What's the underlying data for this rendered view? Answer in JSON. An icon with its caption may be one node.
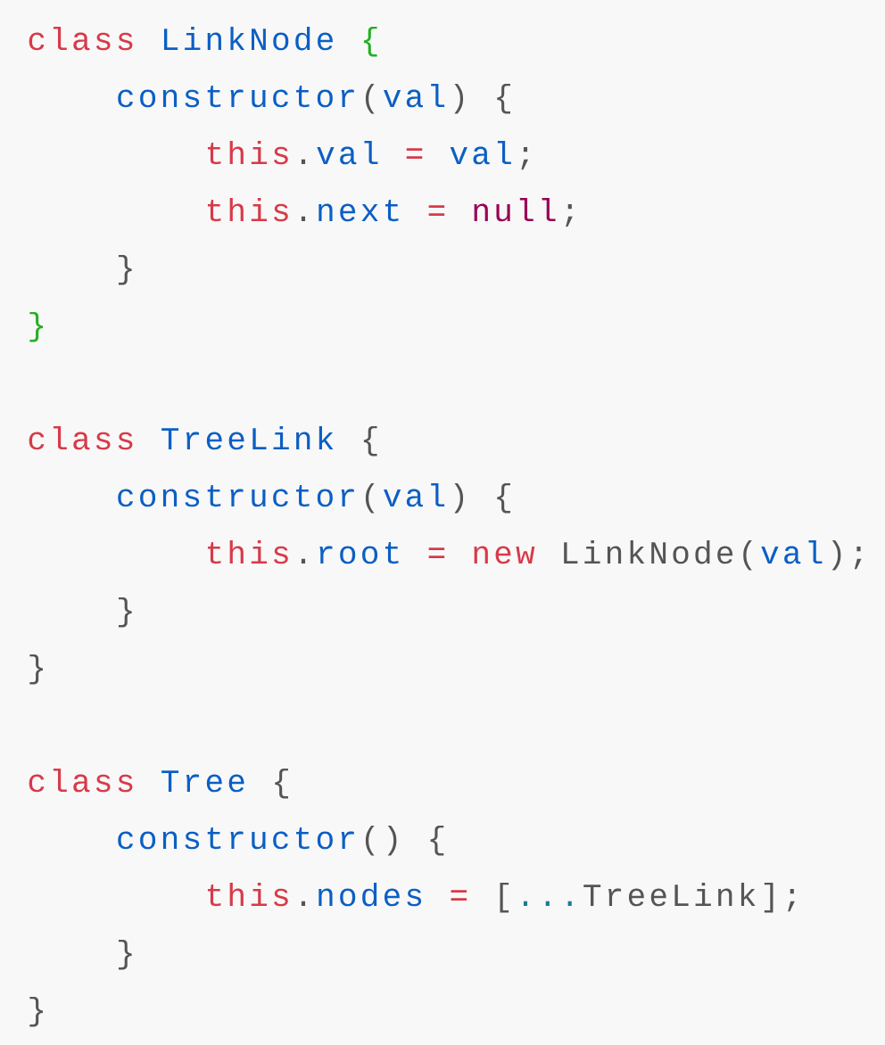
{
  "diagram": {
    "labels": [
      "class",
      "LinkNode",
      "{",
      "constructor",
      "(",
      "val",
      ")",
      "{",
      "this",
      ".",
      "val",
      "=",
      "val",
      ";",
      "this",
      ".",
      "next",
      "=",
      "null",
      ";",
      "}",
      "}",
      "class",
      "TreeLink",
      "{",
      "constructor",
      "(",
      "val",
      ")",
      "{",
      "this",
      ".",
      "root",
      "=",
      "new",
      "LinkNode",
      "(",
      "val",
      ")",
      ";",
      "}",
      "}",
      "class",
      "Tree",
      "{",
      "constructor",
      "(",
      ")",
      "{",
      "this",
      ".",
      "nodes",
      "=",
      "[",
      "...",
      "TreeLink",
      "]",
      ";",
      "}",
      "}"
    ]
  }
}
